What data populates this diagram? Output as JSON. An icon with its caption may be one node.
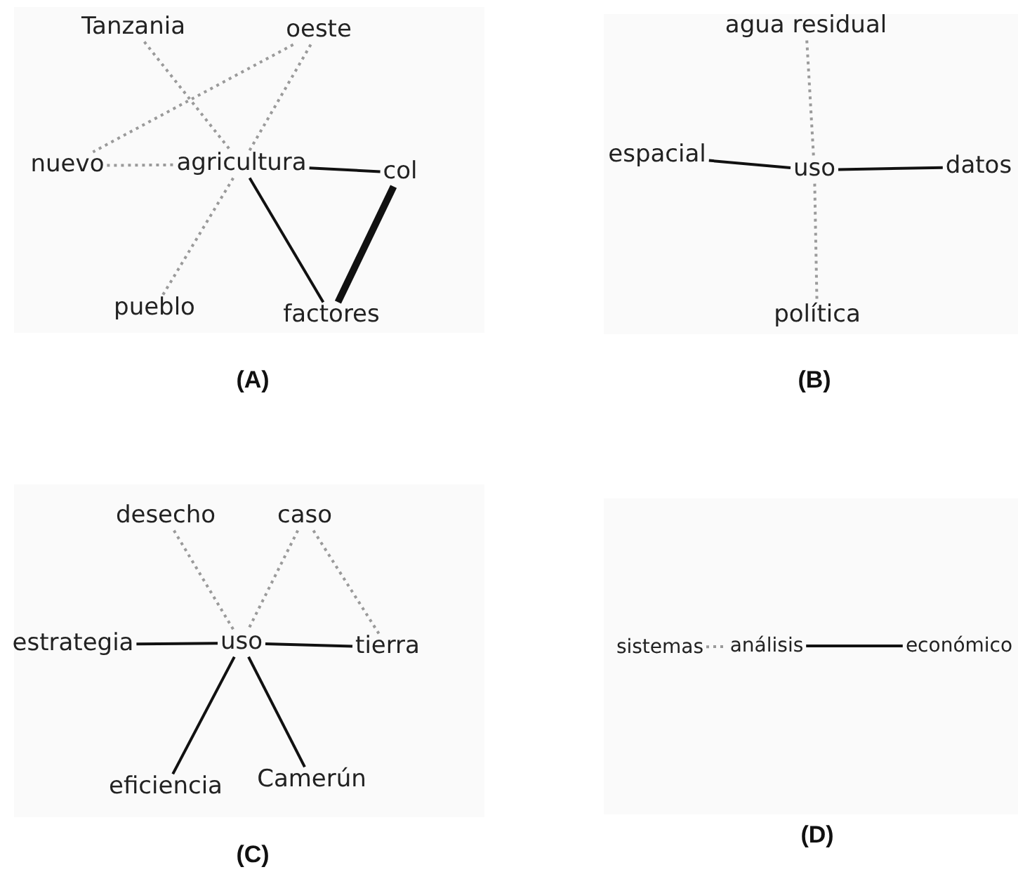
{
  "diagram": {
    "nodes": [
      {
        "text": [
          "(A)"
        ]
      },
      {
        "text": [
          "Tanzania"
        ],
        "in": 0
      },
      {
        "text": [
          "oeste"
        ],
        "in": 0
      },
      {
        "text": [
          "nuevo"
        ],
        "in": 0
      },
      {
        "text": [
          "agricultura"
        ],
        "in": 0
      },
      {
        "text": [
          "col"
        ],
        "in": 0
      },
      {
        "text": [
          "pueblo"
        ],
        "in": 0
      },
      {
        "text": [
          "factores"
        ],
        "in": 0
      },
      {
        "text": [
          "(B)"
        ]
      },
      {
        "text": [
          "agua residual"
        ],
        "in": 8
      },
      {
        "text": [
          "espacial"
        ],
        "in": 8
      },
      {
        "text": [
          "uso"
        ],
        "in": 8
      },
      {
        "text": [
          "datos"
        ],
        "in": 8
      },
      {
        "text": [
          "política"
        ],
        "in": 8
      },
      {
        "text": [
          "(C)"
        ]
      },
      {
        "text": [
          "desecho"
        ],
        "in": 14
      },
      {
        "text": [
          "caso"
        ],
        "in": 14
      },
      {
        "text": [
          "estrategia"
        ],
        "in": 14
      },
      {
        "text": [
          "uso"
        ],
        "in": 14
      },
      {
        "text": [
          "tierra"
        ],
        "in": 14
      },
      {
        "text": [
          "eficiencia"
        ],
        "in": 14
      },
      {
        "text": [
          "Camerún"
        ],
        "in": 14
      },
      {
        "text": [
          "(D)"
        ]
      },
      {
        "text": [
          "sistemas"
        ],
        "in": 22
      },
      {
        "text": [
          "análisis"
        ],
        "in": 22
      },
      {
        "text": [
          "económico"
        ],
        "in": 22
      }
    ],
    "edges": [
      {
        "from": 1,
        "to": 4,
        "arrow": "none",
        "style": "dashed"
      },
      {
        "from": 2,
        "to": 3,
        "arrow": "none",
        "style": "dashed"
      },
      {
        "from": 2,
        "to": 4,
        "arrow": "none",
        "style": "dashed"
      },
      {
        "from": 3,
        "to": 4,
        "arrow": "none",
        "style": "dashed"
      },
      {
        "from": 4,
        "to": 5,
        "arrow": "none",
        "color": "#111111"
      },
      {
        "from": 4,
        "to": 6,
        "arrow": "none",
        "style": "dashed"
      },
      {
        "from": 4,
        "to": 7,
        "arrow": "none",
        "color": "#111111"
      },
      {
        "from": 5,
        "to": 7,
        "arrow": "none",
        "style": "thick",
        "color": "#111111"
      },
      {
        "from": 9,
        "to": 11,
        "arrow": "none",
        "style": "dashed"
      },
      {
        "from": 10,
        "to": 11,
        "arrow": "none",
        "color": "#111111"
      },
      {
        "from": 11,
        "to": 12,
        "arrow": "none",
        "color": "#111111"
      },
      {
        "from": 11,
        "to": 13,
        "arrow": "none",
        "style": "dashed"
      },
      {
        "from": 15,
        "to": 18,
        "arrow": "none",
        "style": "dashed"
      },
      {
        "from": 16,
        "to": 18,
        "arrow": "none",
        "style": "dashed"
      },
      {
        "from": 16,
        "to": 19,
        "arrow": "none",
        "style": "dashed"
      },
      {
        "from": 17,
        "to": 18,
        "arrow": "none",
        "color": "#111111"
      },
      {
        "from": 18,
        "to": 19,
        "arrow": "none",
        "color": "#111111"
      },
      {
        "from": 18,
        "to": 20,
        "arrow": "none",
        "color": "#111111"
      },
      {
        "from": 18,
        "to": 21,
        "arrow": "none",
        "color": "#111111"
      },
      {
        "from": 23,
        "to": 24,
        "arrow": "none",
        "style": "dashed"
      },
      {
        "from": 24,
        "to": 25,
        "arrow": "none",
        "color": "#111111"
      }
    ]
  }
}
